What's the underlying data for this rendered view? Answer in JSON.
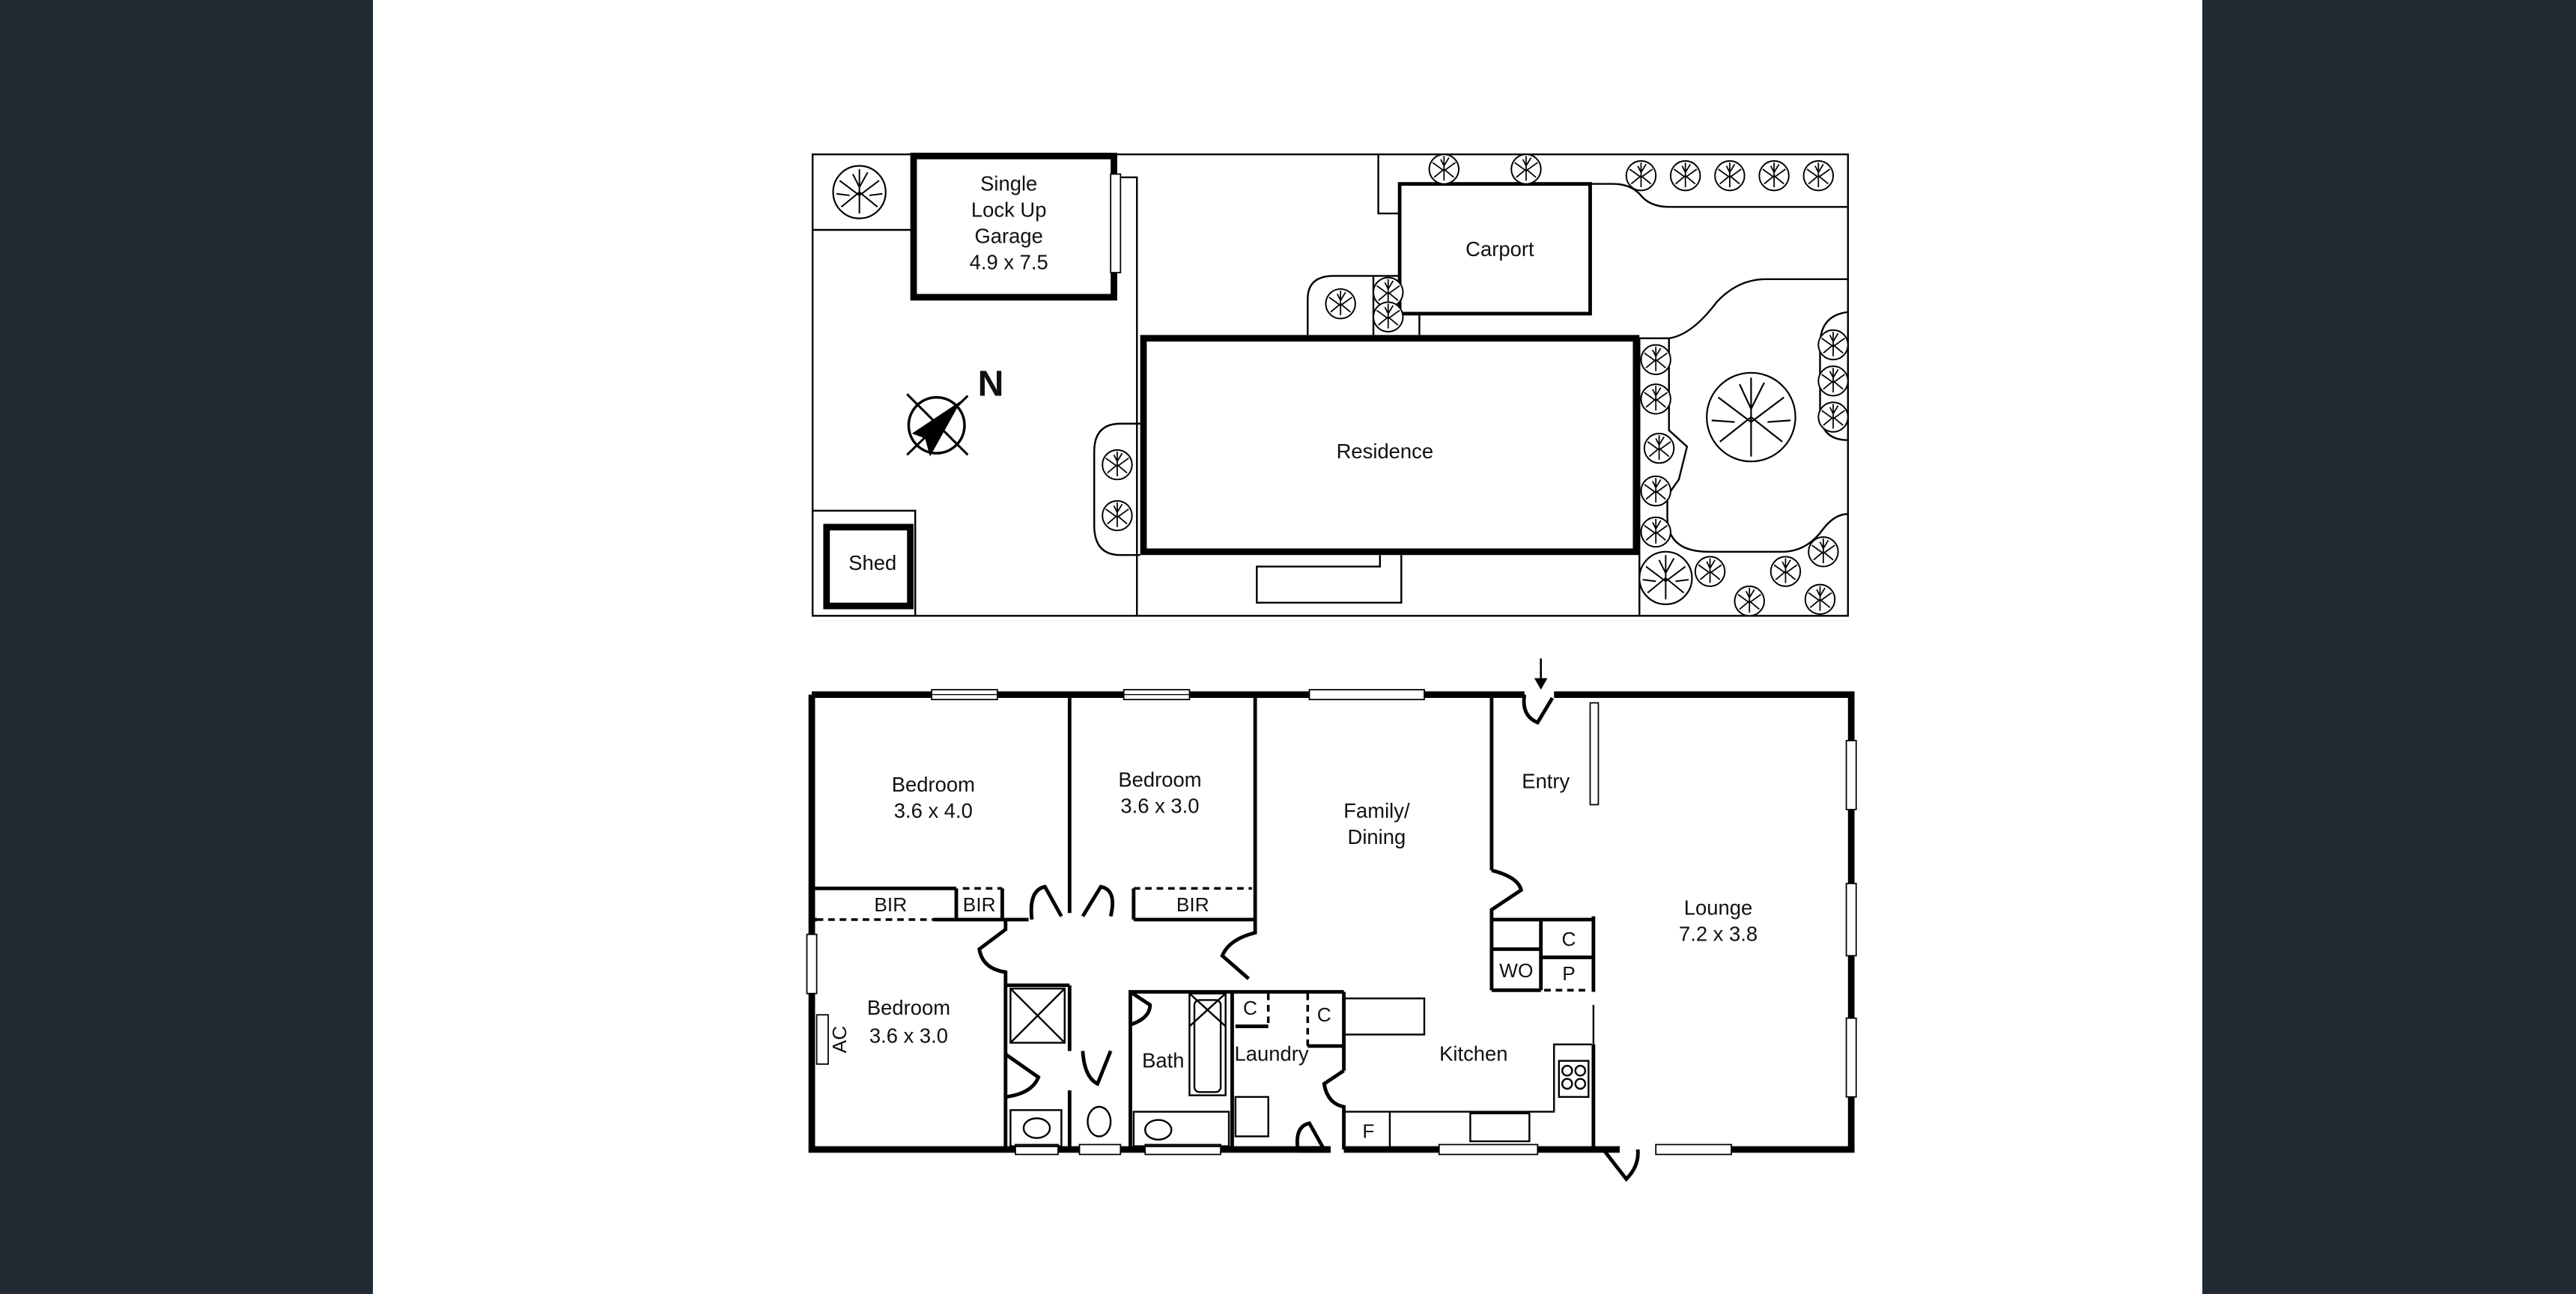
{
  "theme": {
    "background": "#222a33",
    "page": "#ffffff",
    "ink": "#000000"
  },
  "site_plan": {
    "garage": {
      "line1": "Single",
      "line2": "Lock Up",
      "line3": "Garage",
      "dims": "4.9 x 7.5"
    },
    "carport": "Carport",
    "residence": "Residence",
    "shed": "Shed",
    "north_label": "N"
  },
  "floor_plan": {
    "rooms": {
      "bedroom1": {
        "name": "Bedroom",
        "dims": "3.6 x 4.0"
      },
      "bedroom2": {
        "name": "Bedroom",
        "dims": "3.6 x 3.0"
      },
      "bedroom3": {
        "name": "Bedroom",
        "dims": "3.6 x 3.0"
      },
      "family_dining": {
        "line1": "Family/",
        "line2": "Dining"
      },
      "entry": "Entry",
      "lounge": {
        "name": "Lounge",
        "dims": "7.2 x 3.8"
      },
      "kitchen": "Kitchen",
      "laundry": "Laundry",
      "bath": "Bath"
    },
    "labels": {
      "bir1": "BIR",
      "bir2": "BIR",
      "bir3": "BIR",
      "ac": "AC",
      "wo": "WO",
      "c_lounge": "C",
      "p_lounge": "P",
      "c_laundry1": "C",
      "c_laundry2": "C",
      "f_kitchen": "F"
    }
  }
}
